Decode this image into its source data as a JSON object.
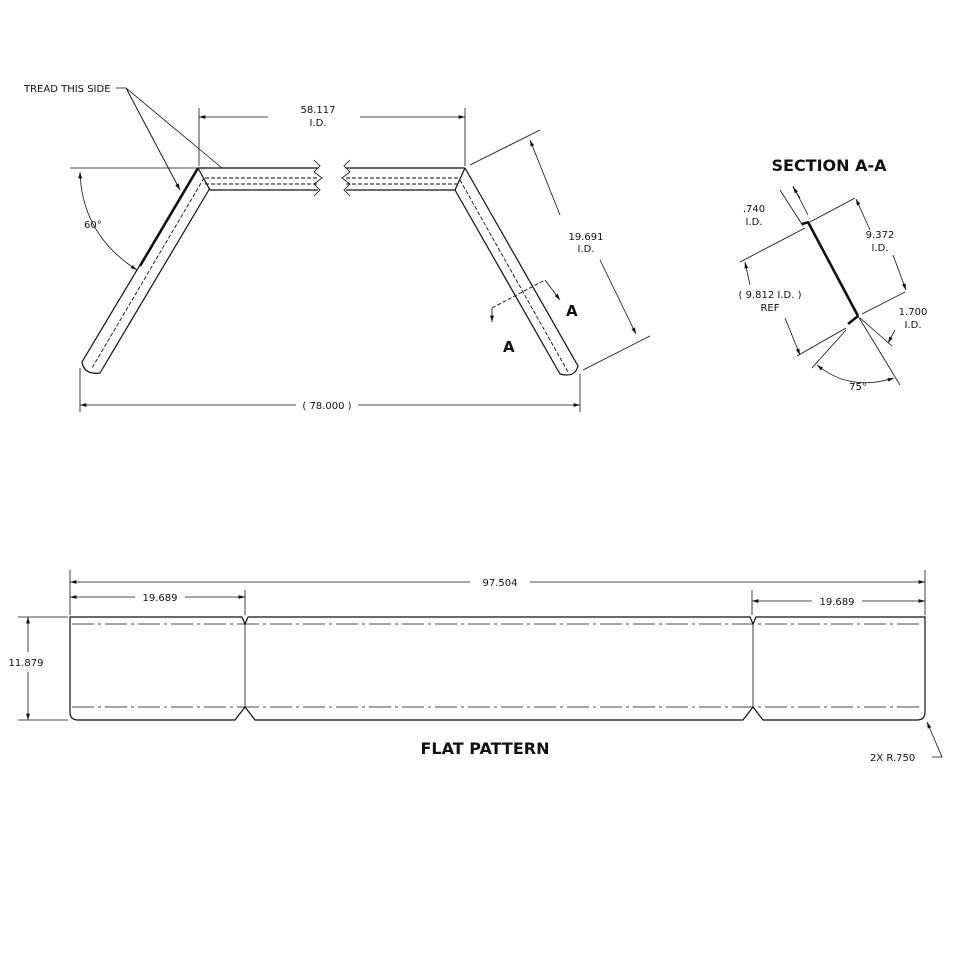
{
  "top_view": {
    "tread_label": "TREAD THIS SIDE",
    "angle_label": "60°",
    "inner_width_value": "58.117",
    "inner_width_suffix": "I.D.",
    "overall_width": "( 78.000 )",
    "arm_length_value": "19.691",
    "arm_length_suffix": "I.D.",
    "section_marker_1": "A",
    "section_marker_2": "A"
  },
  "section": {
    "title": "SECTION A-A",
    "thickness_value": ".740",
    "thickness_suffix": "I.D.",
    "length_value": "9.372",
    "length_suffix": "I.D.",
    "ref_value": "( 9.812 I.D. )",
    "ref_suffix": "REF",
    "lip_value": "1.700",
    "lip_suffix": "I.D.",
    "angle_label": "75°"
  },
  "flat_pattern": {
    "title": "FLAT PATTERN",
    "overall_length": "97.504",
    "left_segment": "19.689",
    "right_segment": "19.689",
    "height": "11.879",
    "radius_note": "2X R.750"
  }
}
